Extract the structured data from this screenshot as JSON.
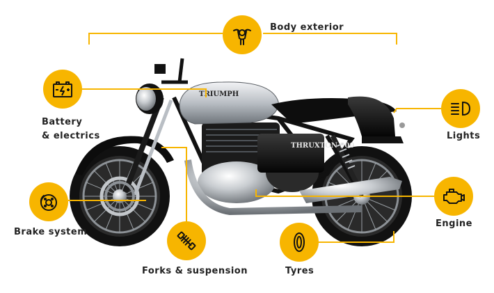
{
  "brand": {
    "accent": "#f7b500",
    "line": "#f7b500",
    "ink": "#222222"
  },
  "bike": {
    "tank_text": "TRIUMPH",
    "side_text": "THRUXTON 900"
  },
  "callouts": [
    {
      "key": "body",
      "label": "Body exterior",
      "icon": "motorcycle-front-icon"
    },
    {
      "key": "battery",
      "label_line1": "Battery",
      "label_line2": "& electrics",
      "icon": "battery-icon"
    },
    {
      "key": "lights",
      "label": "Lights",
      "icon": "headlight-icon"
    },
    {
      "key": "brake",
      "label": "Brake system",
      "icon": "brake-disc-icon"
    },
    {
      "key": "engine",
      "label": "Engine",
      "icon": "engine-icon"
    },
    {
      "key": "forks",
      "label": "Forks & suspension",
      "icon": "shock-absorber-icon"
    },
    {
      "key": "tyres",
      "label": "Tyres",
      "icon": "tyre-icon"
    }
  ]
}
